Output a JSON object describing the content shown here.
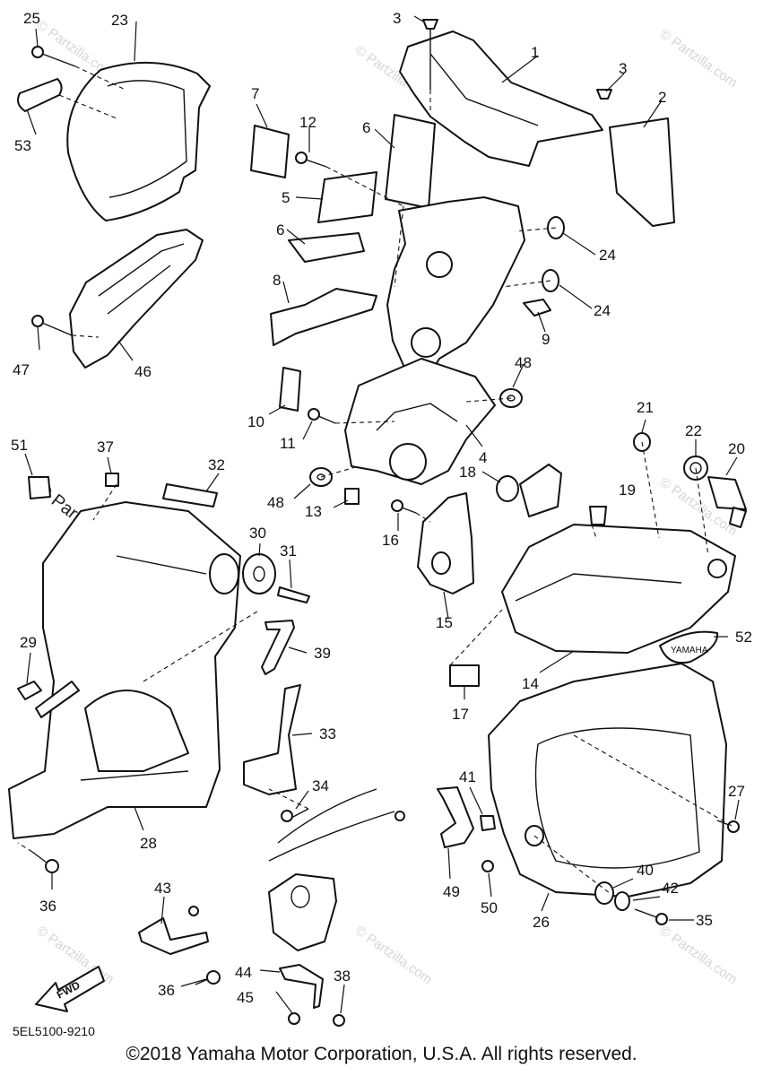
{
  "diagram": {
    "catalog_code": "5EL5100-9210",
    "copyright": "©2018  Yamaha Motor Corporation, U.S.A. All rights reserved.",
    "brand_badge_text": "YAMAHA",
    "direction_arrow_text": "FWD",
    "watermark_text": "© Partzilla.com",
    "callouts": {
      "c1": "1",
      "c2": "2",
      "c3a": "3",
      "c3b": "3",
      "c4": "4",
      "c5": "5",
      "c6a": "6",
      "c6b": "6",
      "c7": "7",
      "c8": "8",
      "c9": "9",
      "c10": "10",
      "c11": "11",
      "c12": "12",
      "c13": "13",
      "c14": "14",
      "c15": "15",
      "c16": "16",
      "c17": "17",
      "c18": "18",
      "c19": "19",
      "c20": "20",
      "c21": "21",
      "c22": "22",
      "c23": "23",
      "c24a": "24",
      "c24b": "24",
      "c25": "25",
      "c26": "26",
      "c27": "27",
      "c28": "28",
      "c29": "29",
      "c30": "30",
      "c31": "31",
      "c32": "32",
      "c33": "33",
      "c34": "34",
      "c35": "35",
      "c36a": "36",
      "c36b": "36",
      "c37": "37",
      "c38": "38",
      "c39": "39",
      "c40": "40",
      "c41": "41",
      "c42": "42",
      "c43": "43",
      "c44": "44",
      "c45": "45",
      "c46": "46",
      "c47": "47",
      "c48a": "48",
      "c48b": "48",
      "c49": "49",
      "c50": "50",
      "c51": "51",
      "c52": "52",
      "c53": "53"
    }
  }
}
